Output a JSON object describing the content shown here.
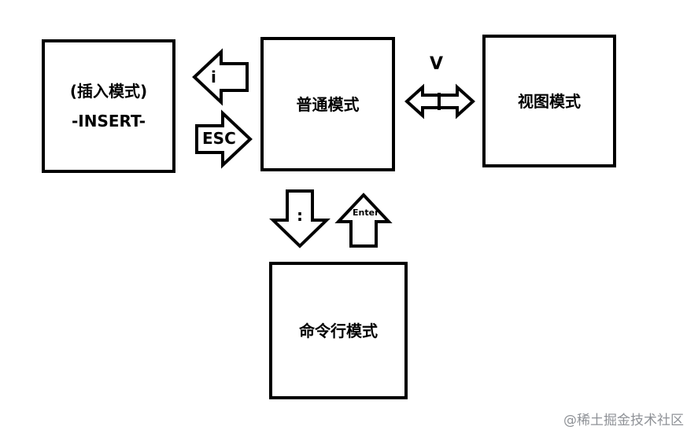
{
  "boxes": {
    "insert_line1": "(插入模式)",
    "insert_line2": "-INSERT-",
    "normal": "普通模式",
    "visual": "视图模式",
    "command": "命令行模式"
  },
  "arrows": {
    "to_insert": "i",
    "to_normal_from_insert": "ESC",
    "normal_visual": "V",
    "to_command": ":",
    "to_normal_from_command": "Enter"
  },
  "watermark": "@稀土掘金技术社区",
  "colors": {
    "stroke": "#000000",
    "fill": "#ffffff",
    "watermark": "#8f9297"
  }
}
